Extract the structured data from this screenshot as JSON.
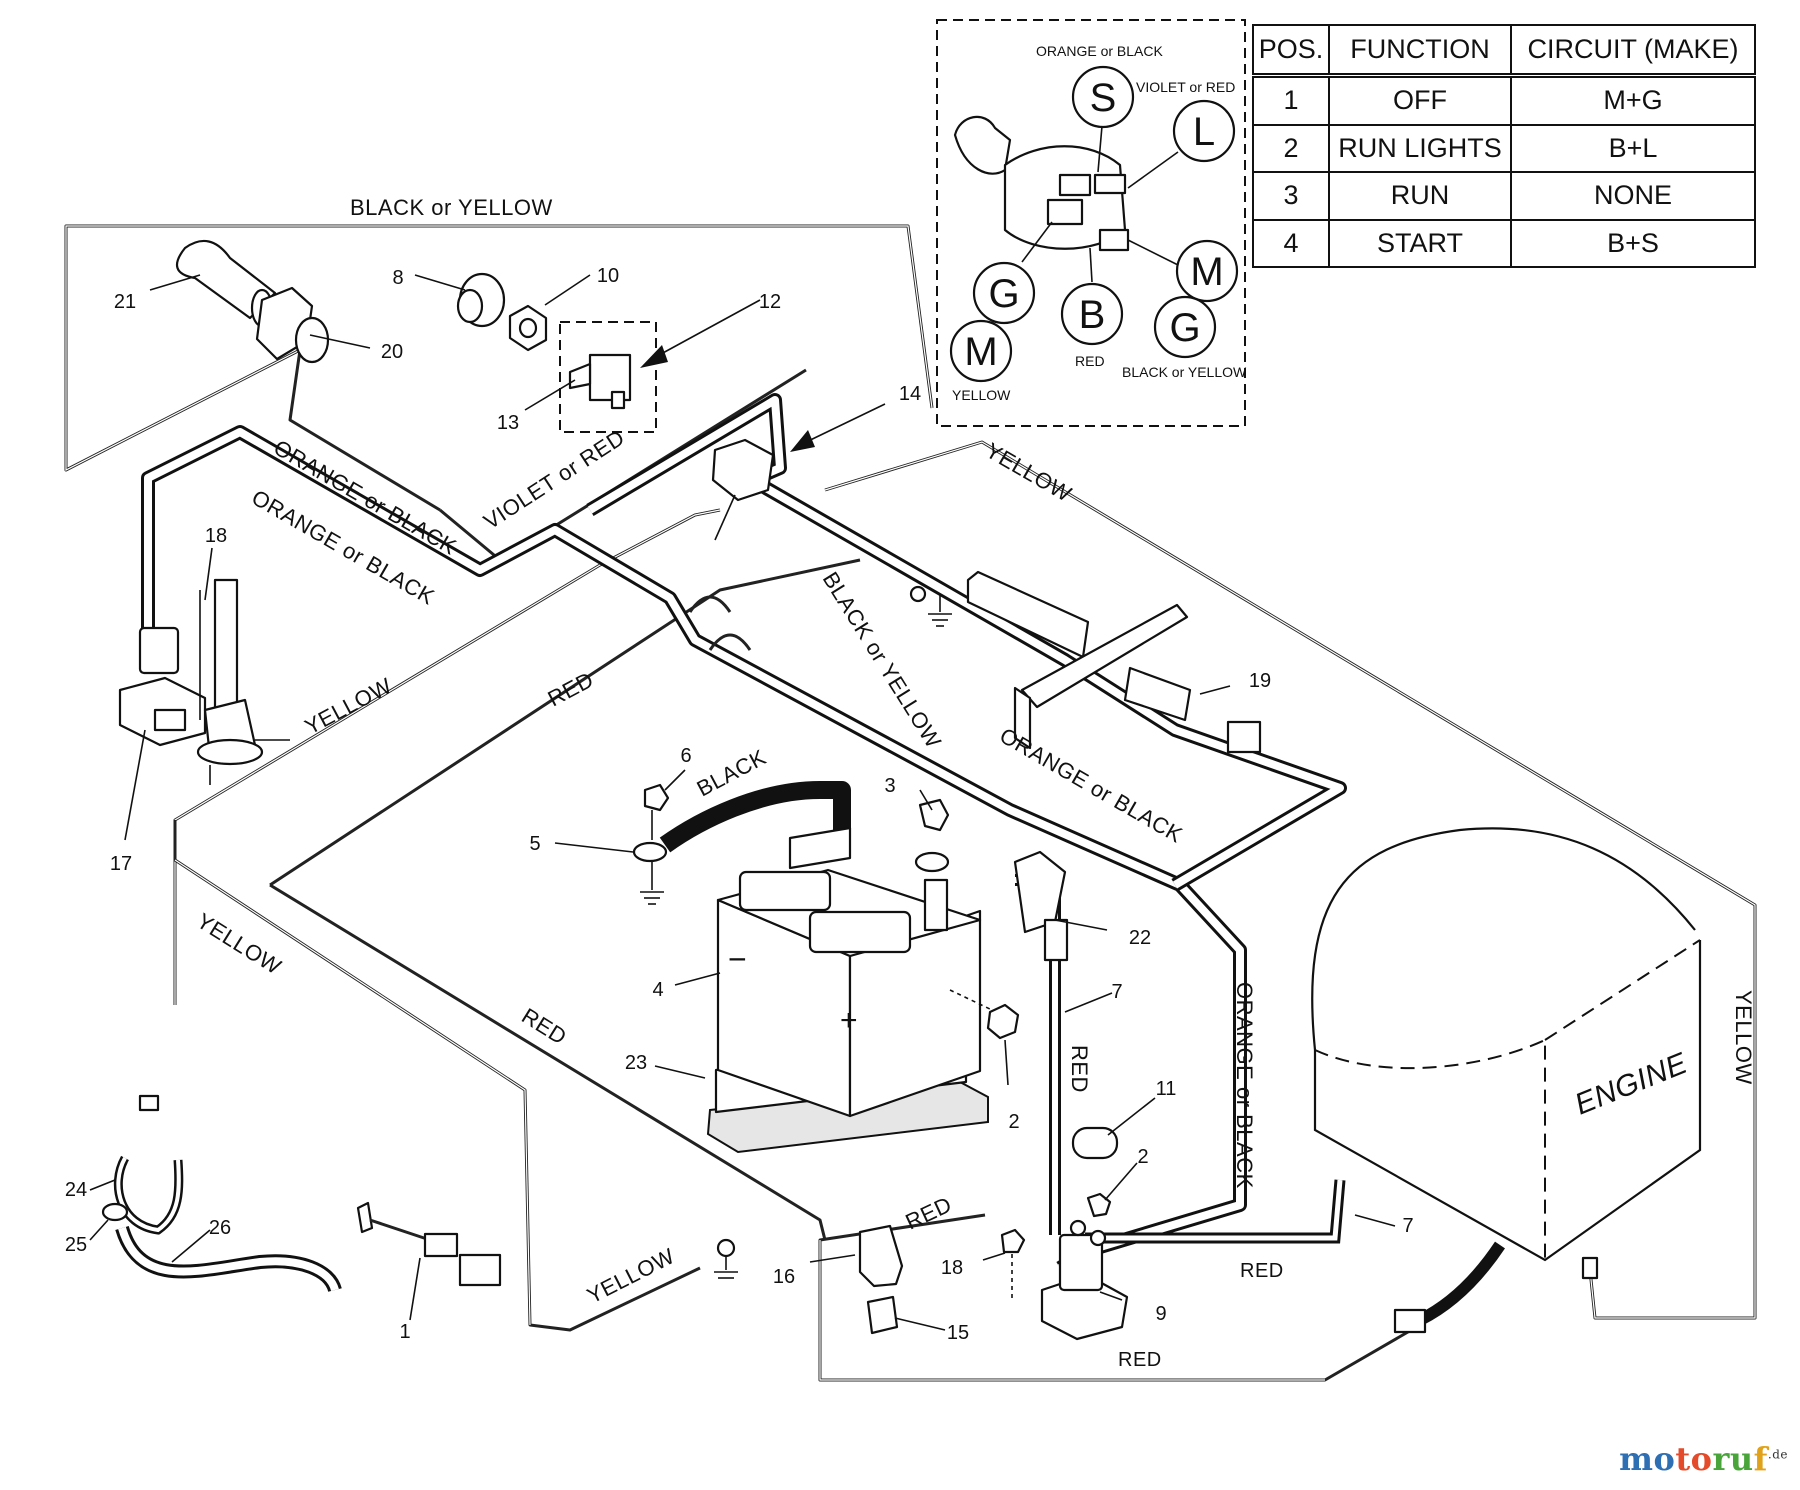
{
  "wire_labels": {
    "black_or_yellow_top": "BLACK or YELLOW",
    "orange_or_black_1": "ORANGE or BLACK",
    "orange_or_black_2": "ORANGE or BLACK",
    "violet_or_red": "VIOLET or RED",
    "yellow_top": "YELLOW",
    "black_or_yellow_mid": "BLACK or YELLOW",
    "yellow_left": "YELLOW",
    "red_mid": "RED",
    "orange_or_black_3": "ORANGE or BLACK",
    "black_battery": "BLACK",
    "yellow_lower_left": "YELLOW",
    "red_lower_left": "RED",
    "red_cable_7": "RED",
    "orange_or_black_vertical": "ORANGE or BLACK",
    "yellow_right": "YELLOW",
    "red_near_16": "RED",
    "yellow_bottom": "YELLOW",
    "red_near_9": "RED",
    "red_bottom": "RED"
  },
  "engine_label": "ENGINE",
  "part_numbers": {
    "p1": "1",
    "p2a": "2",
    "p2b": "2",
    "p3": "3",
    "p4": "4",
    "p5": "5",
    "p6": "6",
    "p7a": "7",
    "p7b": "7",
    "p8": "8",
    "p9": "9",
    "p10": "10",
    "p11": "11",
    "p12": "12",
    "p13": "13",
    "p14": "14",
    "p15": "15",
    "p16": "16",
    "p17": "17",
    "p18a": "18",
    "p18b": "18",
    "p19": "19",
    "p20": "20",
    "p21": "21",
    "p22": "22",
    "p23": "23",
    "p24": "24",
    "p25": "25",
    "p26": "26"
  },
  "battery_marks": {
    "minus": "−",
    "plus": "+"
  },
  "switch_inset": {
    "terminals": {
      "S": "S",
      "L": "L",
      "M_right": "M",
      "G_right": "G",
      "B": "B",
      "G_left": "G",
      "M_left": "M"
    },
    "labels": {
      "orange_or_black": "ORANGE or BLACK",
      "violet_or_red": "VIOLET or RED",
      "red": "RED",
      "black_or_yellow": "BLACK or YELLOW",
      "yellow": "YELLOW"
    }
  },
  "function_table": {
    "headers": {
      "pos": "POS.",
      "function": "FUNCTION",
      "circuit": "CIRCUIT  (MAKE)"
    },
    "rows": [
      {
        "pos": "1",
        "function": "OFF",
        "circuit": "M+G"
      },
      {
        "pos": "2",
        "function": "RUN LIGHTS",
        "circuit": "B+L"
      },
      {
        "pos": "3",
        "function": "RUN",
        "circuit": "NONE"
      },
      {
        "pos": "4",
        "function": "START",
        "circuit": "B+S"
      }
    ]
  },
  "watermark": {
    "part1": "mo",
    "part2": "to",
    "part3": "ru",
    "part4": "f",
    "suffix": ".de"
  }
}
